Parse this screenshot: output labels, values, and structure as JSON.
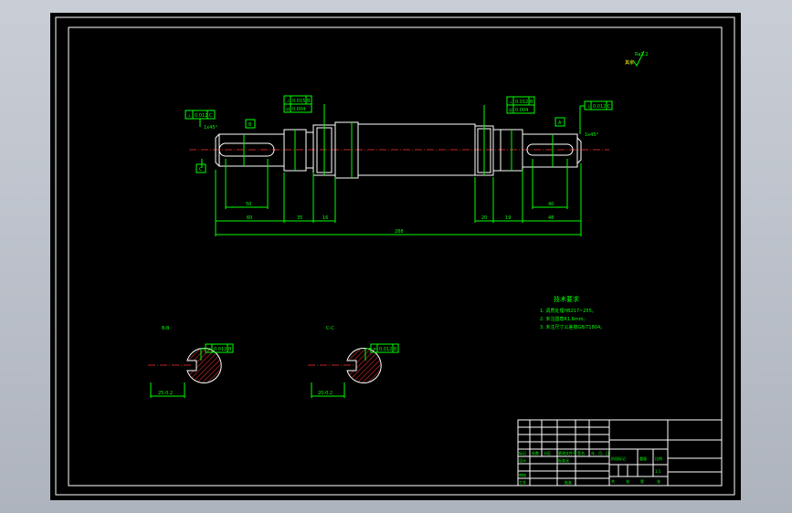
{
  "drawing": {
    "roughness_symbol": "Ra3.2",
    "roughness_other": "其余",
    "technical_requirements": {
      "title": "技术要求",
      "items": [
        "1. 调质处理HB217~255。",
        "2. 未注圆角R1.6mm。",
        "3. 未注尺寸公差按GB/T1804。"
      ]
    },
    "section_labels": [
      "B-B",
      "C-C"
    ],
    "datums": [
      "B",
      "A"
    ],
    "dimensions": {
      "overall_length": "288",
      "seg_left_1": "60",
      "seg_left_2": "35",
      "seg_left_3": "16",
      "seg_right_1": "20",
      "seg_right_2": "19",
      "seg_right_3": "48",
      "key_left": "50",
      "key_right": "40"
    },
    "tolerance_frames": {
      "left_top": [
        "⊥",
        "0.012",
        "C"
      ],
      "left_mid_a": [
        "⊥",
        "0.015",
        "B"
      ],
      "left_mid_b": [
        "◎",
        "0.004",
        ""
      ],
      "right_mid_a": [
        "⊥",
        "0.012",
        "B"
      ],
      "right_mid_b": [
        "◎",
        "0.004",
        ""
      ],
      "right_top": [
        "⊥",
        "0.012",
        "C"
      ],
      "section_b": [
        "≡",
        "0.012",
        "B"
      ],
      "section_c": [
        "≡",
        "0.012",
        "B"
      ]
    }
  },
  "title_block": {
    "labels": [
      "标记",
      "处数",
      "分区",
      "更改文件号",
      "签名",
      "年、月、日",
      "设计",
      "标准化",
      "阶段标记",
      "重量",
      "比例",
      "审核",
      "工艺",
      "批准",
      "共",
      "张",
      "第",
      "张"
    ],
    "scale": "1:1"
  }
}
